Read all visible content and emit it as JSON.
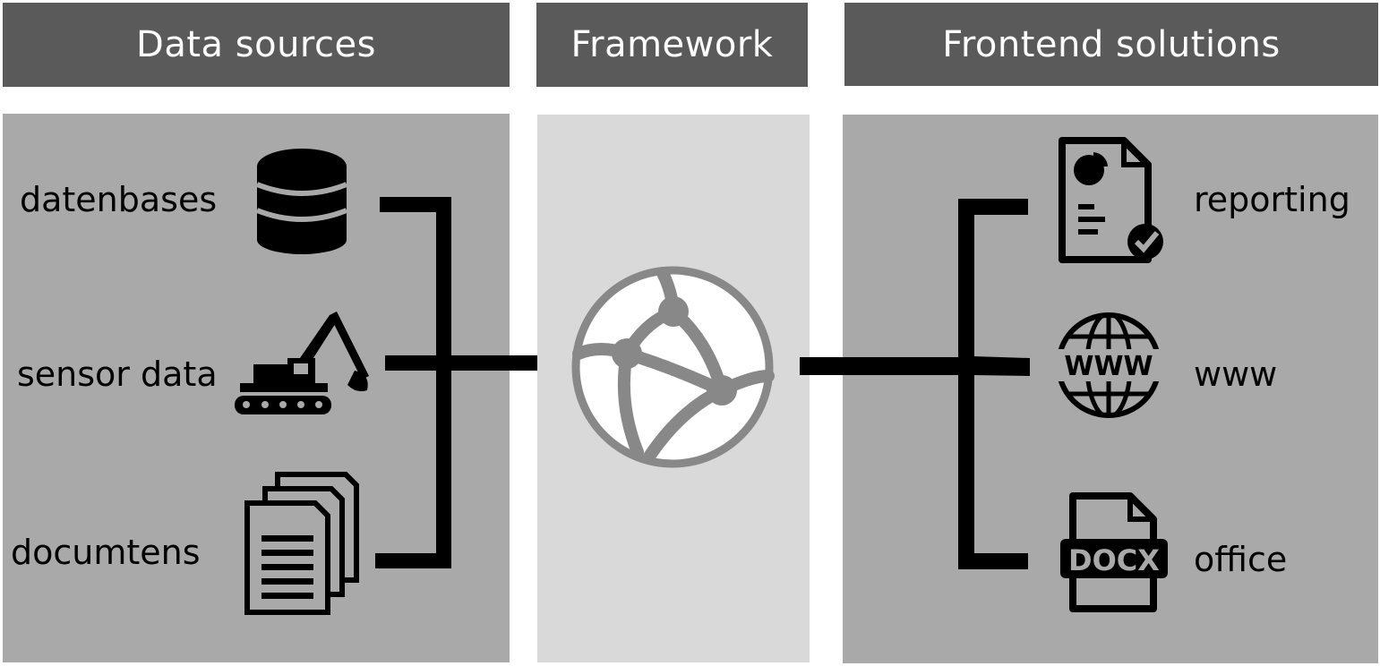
{
  "headers": {
    "data_sources": "Data sources",
    "framework": "Framework",
    "frontend_solutions": "Frontend solutions"
  },
  "data_sources": [
    {
      "label": "datenbases",
      "icon": "database-icon"
    },
    {
      "label": "sensor data",
      "icon": "excavator-icon"
    },
    {
      "label": "documtens",
      "icon": "documents-stack-icon"
    }
  ],
  "framework": {
    "icon": "network-globe-icon"
  },
  "frontend_solutions": [
    {
      "label": "reporting",
      "icon": "report-document-icon"
    },
    {
      "label": "www",
      "icon": "www-globe-icon",
      "icon_text": "WWW"
    },
    {
      "label": "office",
      "icon": "docx-file-icon",
      "icon_text": "DOCX"
    }
  ],
  "colors": {
    "header_bg": "#5a5a5a",
    "side_panel_bg": "#a9a9a9",
    "center_panel_bg": "#d9d9d9",
    "globe_color": "#888888",
    "connector": "#000000"
  }
}
